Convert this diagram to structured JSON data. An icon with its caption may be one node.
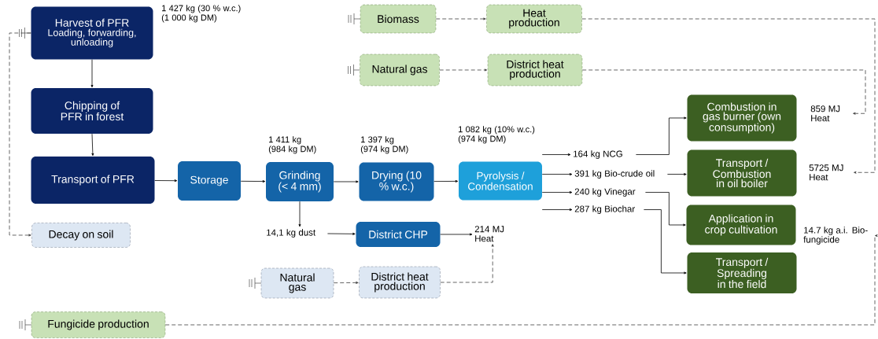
{
  "diagram": {
    "nodes": [
      {
        "text": [
          "Harvest of PFR",
          "Loading, forwarding, unloading"
        ],
        "beside": [
          "1 427 kg (30 % w.c.) (1 000 kg DM)"
        ]
      },
      {
        "text": [
          "Chipping of PFR in forest"
        ]
      },
      {
        "text": [
          "Transport of PFR"
        ]
      },
      {
        "text": [
          "Storage"
        ]
      },
      {
        "text": [
          "Grinding (< 4 mm)"
        ],
        "beside": [
          "1 411 kg (984 kg DM)"
        ]
      },
      {
        "text": [
          "Drying (10 % w.c.)"
        ],
        "beside": [
          "1 397 kg (974 kg DM)"
        ]
      },
      {
        "text": [
          "Pyrolysis / Condensation"
        ]
      },
      {
        "text": [
          "Decay on soil"
        ]
      },
      {
        "text": [
          "14,1 kg dust"
        ]
      },
      {
        "text": [
          "District CHP"
        ]
      },
      {
        "text": [
          "214 MJ Heat"
        ]
      },
      {
        "text": [
          "Natural gas"
        ]
      },
      {
        "text": [
          "District heat production"
        ]
      },
      {
        "text": [
          "Biomass"
        ]
      },
      {
        "text": [
          "Heat production"
        ]
      },
      {
        "text": [
          "Natural gas"
        ]
      },
      {
        "text": [
          "District heat production"
        ]
      },
      {
        "text": [
          "164 kg NCG"
        ]
      },
      {
        "text": [
          "391 kg Bio-crude oil"
        ]
      },
      {
        "text": [
          "240 kg Vinegar"
        ]
      },
      {
        "text": [
          "287 kg Biochar"
        ]
      },
      {
        "text": [
          "Combustion in gas burner (own consumption)"
        ]
      },
      {
        "text": [
          "Transport / Combustion in oil boiler"
        ]
      },
      {
        "text": [
          "Application in crop cultivation"
        ]
      },
      {
        "text": [
          "Transport / Spreading in the field"
        ]
      },
      {
        "text": [
          "859 MJ Heat"
        ]
      },
      {
        "text": [
          "5725 MJ Heat"
        ]
      },
      {
        "text": [
          "14.7 kg a.i. Bio-fungicide"
        ]
      },
      {
        "text": [
          "Fungicide production"
        ]
      }
    ],
    "edges": [
      {
        "from": 0,
        "to": 1,
        "arrow": "to"
      },
      {
        "from": 1,
        "to": 2,
        "arrow": "to"
      },
      {
        "from": 2,
        "to": 3,
        "arrow": "to"
      },
      {
        "from": 3,
        "to": 4,
        "arrow": "to"
      },
      {
        "from": 4,
        "to": 5,
        "arrow": "to"
      },
      {
        "from": 5,
        "to": 6,
        "arrow": "to"
      },
      {
        "from": 0,
        "to": 7,
        "arrow": "to",
        "style": "dashed",
        "color": "#404040"
      },
      {
        "from": 4,
        "to": 8,
        "arrow": "to"
      },
      {
        "from": 8,
        "to": 9,
        "arrow": "to"
      },
      {
        "from": 9,
        "to": 10,
        "arrow": "to"
      },
      {
        "from": 11,
        "to": 12,
        "arrow": "to",
        "style": "dashed",
        "color": "#404040"
      },
      {
        "from": 12,
        "to": 10,
        "arrow": "to",
        "style": "dashed",
        "color": "#404040"
      },
      {
        "from": 13,
        "to": 14,
        "arrow": "to",
        "style": "dashed",
        "color": "#404040"
      },
      {
        "from": 14,
        "to": 26,
        "arrow": "to",
        "style": "dashed",
        "color": "#404040"
      },
      {
        "from": 15,
        "to": 16,
        "arrow": "to",
        "style": "dashed",
        "color": "#404040"
      },
      {
        "from": 16,
        "to": 25,
        "arrow": "to",
        "style": "dashed",
        "color": "#404040"
      },
      {
        "from": 6,
        "to": 17,
        "arrow": "to"
      },
      {
        "from": 6,
        "to": 18,
        "arrow": "to"
      },
      {
        "from": 6,
        "to": 19,
        "arrow": "to"
      },
      {
        "from": 6,
        "to": 20,
        "arrow": "to"
      },
      {
        "from": 17,
        "to": 21,
        "arrow": "to"
      },
      {
        "from": 18,
        "to": 22,
        "arrow": "to"
      },
      {
        "from": 19,
        "to": 23,
        "arrow": "to"
      },
      {
        "from": 20,
        "to": 24,
        "arrow": "to"
      },
      {
        "from": 28,
        "to": 27,
        "arrow": "to",
        "style": "dashed",
        "color": "#404040"
      }
    ],
    "labels": [
      "1 082 kg (10% w.c.) (974 kg DM)"
    ]
  }
}
